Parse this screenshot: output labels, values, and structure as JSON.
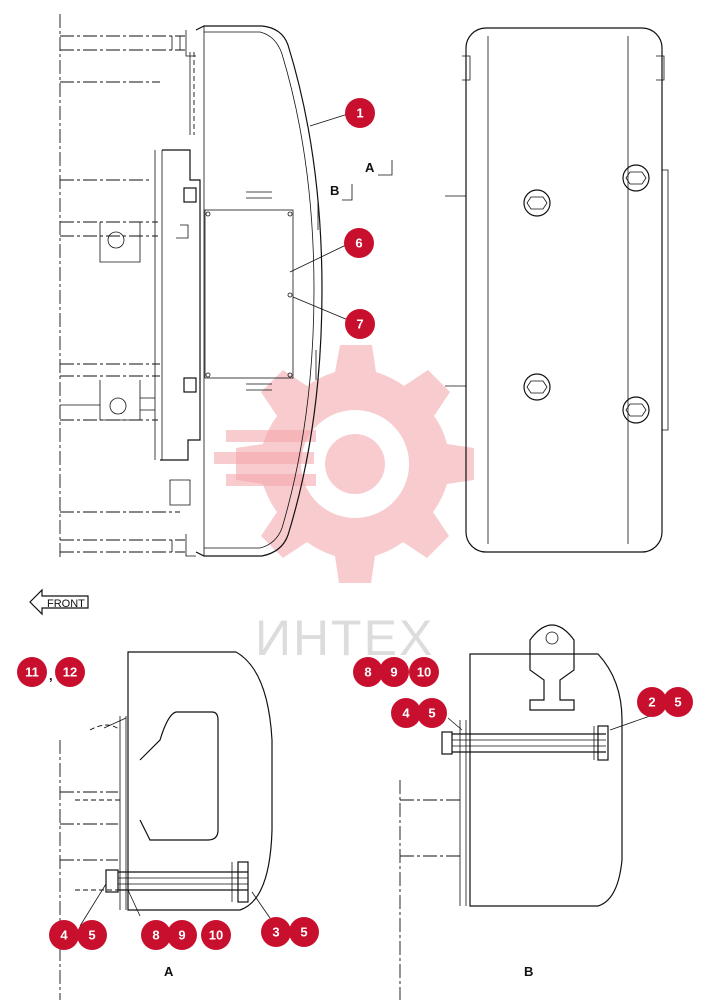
{
  "watermark": {
    "text": "ИНТЕХ"
  },
  "front_label": "FRONT",
  "section_marks": {
    "a": "A",
    "b": "B"
  },
  "view_titles": {
    "a": "A",
    "b": "B"
  },
  "callouts": [
    "1",
    "6",
    "7",
    "11",
    "12",
    "8",
    "9",
    "10",
    "4",
    "5",
    "2",
    "5",
    "4",
    "5",
    "8",
    "9",
    "10",
    "3",
    "5"
  ],
  "comma": ","
}
